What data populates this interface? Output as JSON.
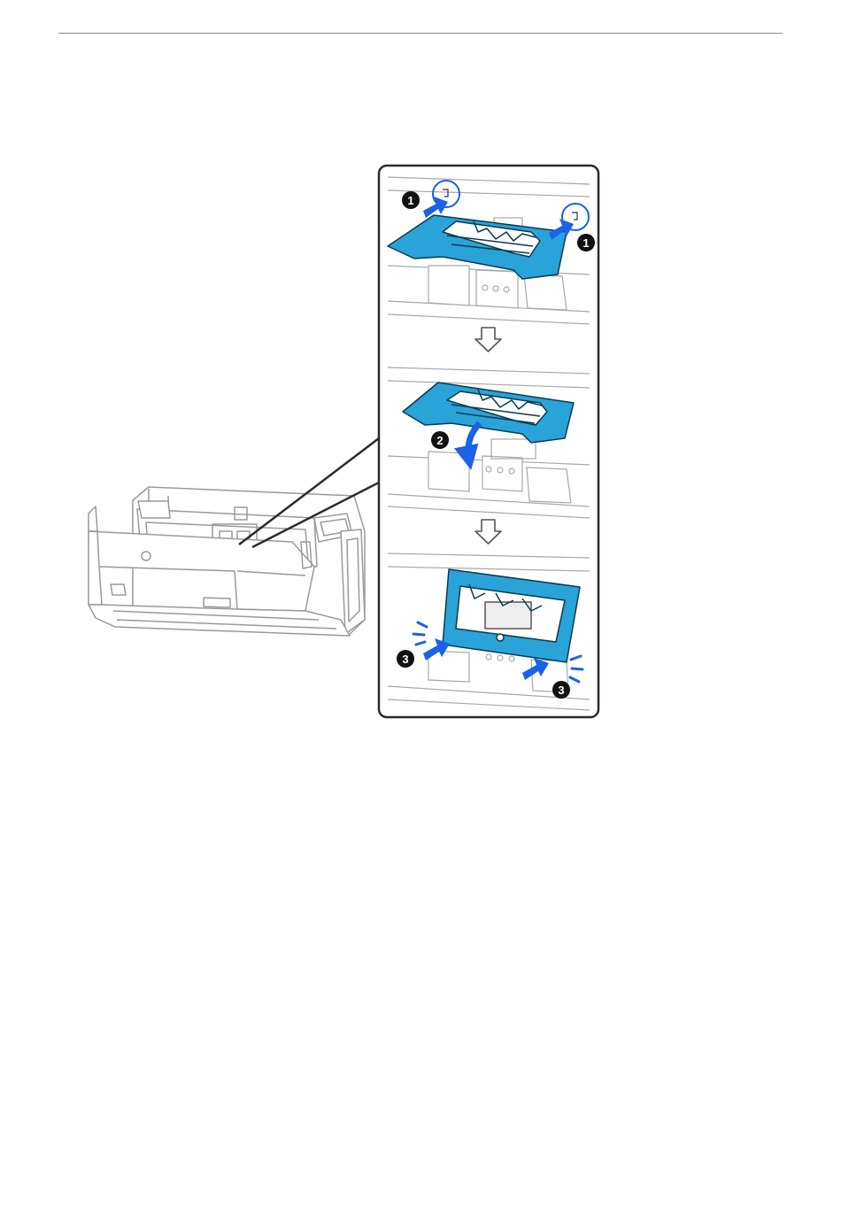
{
  "badges": {
    "step1": "1",
    "step2": "2",
    "step3": "3"
  },
  "colors": {
    "part_blue": "#2aa3d8",
    "arrow_blue": "#1a62e6",
    "line_gray": "#9a9a9a",
    "panel_border": "#2b2b2b"
  },
  "icons": {
    "down_arrow": "outline-down-arrow-icon",
    "push_arrow": "blue-arrow-icon",
    "tab_circle": "release-tab-circle-icon",
    "click_marks": "click-marks-icon"
  }
}
